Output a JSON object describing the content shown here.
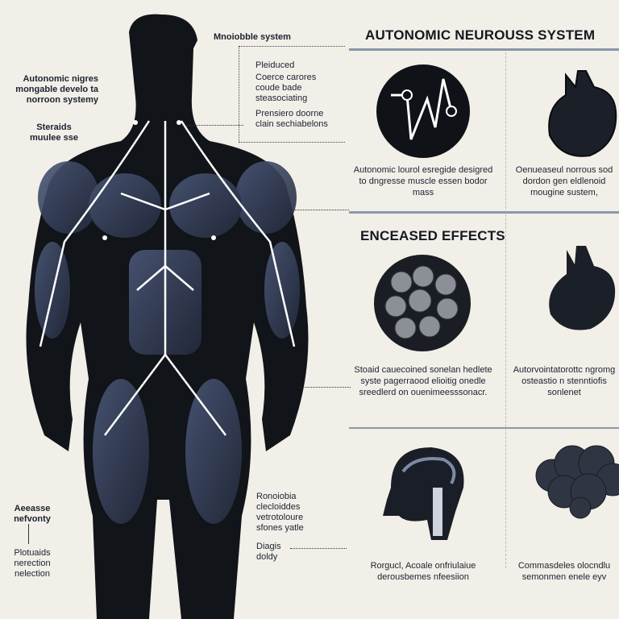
{
  "left_labels": {
    "autonomic": "Autonomic nigres mongable develo ta norroon systemy",
    "steroids": "Steraids muulee sse",
    "access": "Aeeasse nefvonty",
    "plotuaids": "Plotuaids nerection nelection"
  },
  "center_labels": {
    "system_title": "Mnoiobble system",
    "pleiduced": "Pleiduced",
    "coerce": "Coerce carores coude bade steasociating",
    "prensiero": "Prensiero doorne clain sechiabelons",
    "ronoiobia": "Ronoiobia clecloiddes vetrotoloure sfones yatle",
    "diagis": "Diagis doldy"
  },
  "sections": [
    {
      "title": "AUTONOMIC NEUROUSS SYSTEM",
      "cards": [
        {
          "icon": "nerve-network-icon",
          "caption": "Autonomic lourol esregide desigred to dngresse muscle essen bodor mass"
        },
        {
          "icon": "heart-icon",
          "caption": "Oenueaseul norrous sod dordon gen eldlenoid mougine sustem,"
        }
      ]
    },
    {
      "title": "ENCEASED EFFECTS",
      "cards": [
        {
          "icon": "cell-cluster-icon",
          "caption": "Stoaid cauecoined sonelan hedlete syste pagerraood elioitig onedle sreedlerd on ouenimeesssonacr."
        },
        {
          "icon": "heart-icon",
          "caption": "Autorvointatorottc ngromg osteastio n stenntiofis sonlenet"
        }
      ]
    },
    {
      "title": "",
      "cards": [
        {
          "icon": "head-brain-icon",
          "caption": "Rorgucl, Acoale onfriulaiue derousbemes nfeesiion"
        },
        {
          "icon": "brain-icon",
          "caption": "Commasdeles olocndlu semonmen enele eyv"
        }
      ]
    }
  ],
  "colors": {
    "background": "#f1efe8",
    "silhouette": "#111418",
    "muscle": "#3a4560",
    "rule": "#8a96ab"
  }
}
